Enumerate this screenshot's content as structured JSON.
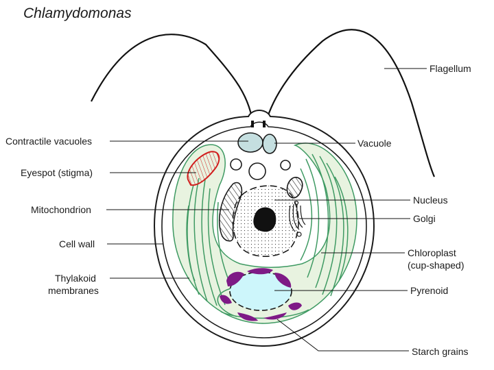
{
  "title": "Chlamydomonas",
  "labels": {
    "flagellum": "Flagellum",
    "contractile_vacuoles": "Contractile vacuoles",
    "vacuole": "Vacuole",
    "eyespot": "Eyespot (stigma)",
    "mitochondrion": "Mitochondrion",
    "nucleus": "Nucleus",
    "golgi": "Golgi",
    "cell_wall": "Cell wall",
    "chloroplast_line1": "Chloroplast",
    "chloroplast_line2": "(cup-shaped)",
    "thylakoid_line1": "Thylakoid",
    "thylakoid_line2": "membranes",
    "pyrenoid": "Pyrenoid",
    "starch_grains": "Starch grains"
  },
  "colors": {
    "chloroplast_fill": "#e8f3e0",
    "thylakoid_stroke": "#3f9a63",
    "vacuole_fill": "#c5dfe0",
    "pyrenoid_fill": "#cdf6fb",
    "starch_fill": "#7e1a86",
    "eyespot_stroke": "#d11e1e",
    "outline": "#1a1a1a"
  }
}
